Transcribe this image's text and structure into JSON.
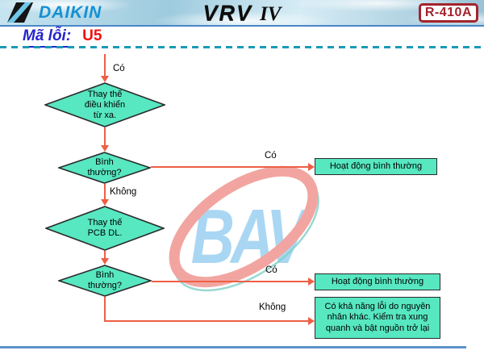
{
  "header": {
    "brand": "DAIKIN",
    "product_name": "VRV",
    "product_generation": "IV",
    "refrigerant_badge": "R-410A"
  },
  "title": {
    "label": "Mã lỗi:",
    "error_code": "U5"
  },
  "watermark": {
    "text": "BAV"
  },
  "flowchart": {
    "entry_label": "Có",
    "nodes": {
      "replace_remote": {
        "line1": "Thay thế",
        "line2": "điều khiển",
        "line3": "từ xa."
      },
      "normal_check_1": {
        "line1": "Bình",
        "line2": "thường?"
      },
      "replace_pcb": {
        "line1": "Thay thế",
        "line2": "PCB DL."
      },
      "normal_check_2": {
        "line1": "Bình",
        "line2": "thường?"
      }
    },
    "branch_labels": {
      "yes_1": "Có",
      "no_1": "Không",
      "yes_2": "Có",
      "no_2": "Không"
    },
    "results": {
      "normal_operation_1": "Hoạt động bình thường",
      "normal_operation_2": "Hoạt động bình thường",
      "other_cause": "Có khả năng lỗi do nguyên nhân khác. Kiểm tra xung quanh và bật nguồn trở lại"
    }
  },
  "colors": {
    "shape_fill": "#57e7c1",
    "shape_border": "#2b2b2b",
    "connector": "#ee5f45",
    "brand_blue": "#1590d2",
    "badge_red": "#a2242c",
    "title_blue": "#2424cc",
    "error_red": "#ee1212",
    "dashed_line": "#1a9ab6",
    "watermark_text": "#a9d7f3",
    "watermark_ring": "#f2a5a0"
  }
}
